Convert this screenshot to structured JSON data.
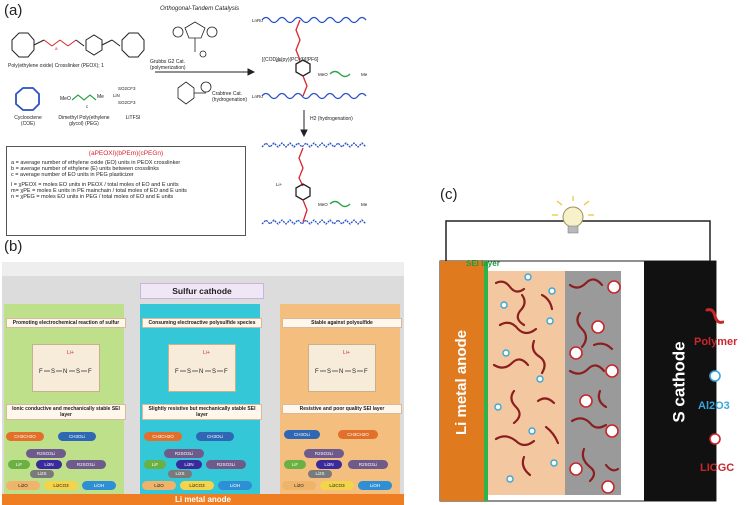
{
  "panel_a": {
    "label": "(a)",
    "peox_label": "Poly(ethylene oxide) Crosslinker (PEOX); 1",
    "coe_label": "Cyclooctene (COE)",
    "peg_label": "Dimethyl Poly(ethylene glycol) (PEG)",
    "litfsi_label": "LiTFSI",
    "catalysis_title": "Orthogonal-Tandem Catalysis",
    "grubbs_label": "Grubbs G2 Cat. (polymerization)",
    "crabtree_label": "Crabtree Cat. (hydrogenation)",
    "ir_complex": "[(COD)Ir(py)(PCy3)][PF6]",
    "h2_label": "H2 (hydrogenation)",
    "formula": "(aPEOXl)(bPEm)(cPEGn)",
    "definitions": [
      "a = average number of ethylene oxide (EO) units in PEOX crosslinker",
      "b = average number of ethylene (E) units between crosslinks",
      "c = average number of EO units in PEG plasticizer",
      "l = χPEOX = moles EO units in PEOX / total moles of EO and E units",
      "m= χPE = moles E units in PE mainchain / total moles of EO and E units",
      "n = χPEG = moles EO units in PEG / total moles of EO and E units"
    ]
  },
  "panel_b": {
    "label": "(b)",
    "cathode": "Sulfur cathode",
    "anode": "Li metal anode",
    "columns": [
      {
        "top": "Promoting electrochemical reaction of sulfur",
        "bottom": "Ionic conductive and mechanically stable SEI layer",
        "color": "#bfe08a",
        "species": [
          "CH3CH2O",
          "CH3OLi",
          "R2SO3Li",
          "LiF",
          "Li3N",
          "R2SO3Li",
          "Li2S",
          "Li2O",
          "Li2CO3",
          "LiOH"
        ]
      },
      {
        "top": "Consuming electroactive polysulfide species",
        "bottom": "Slightly resistive but mechanically stable SEI layer",
        "color": "#33c7d8",
        "species": [
          "CH3CH2O",
          "CH3OLi",
          "R2SO3Li",
          "LiF",
          "Li3N",
          "R2SO3Li",
          "Li2S",
          "Li2O",
          "Li2CO3",
          "LiOH"
        ]
      },
      {
        "top": "Stable against polysulfide",
        "bottom": "Resistive and poor quality SEI layer",
        "color": "#f3be7e",
        "species": [
          "CH3OLi",
          "CH3CH2O",
          "R2SO3Li",
          "LiF",
          "Li3N",
          "R2SO3Li",
          "Li2S",
          "Li2O",
          "Li2CO3",
          "LiOH"
        ]
      }
    ],
    "molecule": {
      "cation": "Li+",
      "atoms": [
        "F",
        "S",
        "N",
        "S",
        "F"
      ]
    }
  },
  "panel_c": {
    "label": "(c)",
    "sei": "SEI layer",
    "anode": "Li metal anode",
    "cathode": "S cathode",
    "legend": [
      {
        "name": "Polymer",
        "icon": "polymer-chain-icon",
        "color": "#c8272c"
      },
      {
        "name": "Al2O3",
        "icon": "al2o3-particle-icon",
        "color": "#3aa6d8"
      },
      {
        "name": "LICGC",
        "icon": "licgc-particle-icon",
        "color": "#c8272c"
      }
    ],
    "colors": {
      "anode": "#e07a1f",
      "sei": "#2eb34a",
      "electrolyte": "#f3c8a0",
      "cathode_side": "#9a9a9a",
      "s_cathode": "#111111"
    }
  }
}
